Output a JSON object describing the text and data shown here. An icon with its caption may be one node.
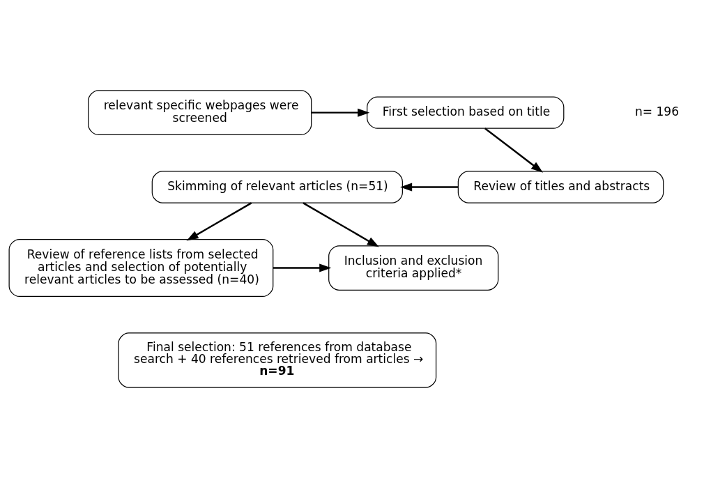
{
  "diagram": {
    "nodes": [
      {
        "text": [
          "relevant specific webpages were screened"
        ]
      },
      {
        "text": [
          "First selection based on title"
        ]
      },
      {
        "text": [
          "Review of titles and abstracts"
        ]
      },
      {
        "text": [
          "Skimming of relevant articles (n=51)"
        ]
      },
      {
        "text": [
          "Review of reference lists from selected articles and selection of potentially relevant articles to be assessed (n=40)"
        ]
      },
      {
        "text": [
          "Inclusion and exclusion criteria applied*"
        ]
      },
      {
        "text": [
          "Final selection: 51 references from database search + 40 references retrieved from articles → **n=91**"
        ]
      }
    ],
    "edges": [
      {
        "from": 0,
        "to": 1,
        "arrow": "to"
      },
      {
        "from": 1,
        "to": 2,
        "arrow": "to"
      },
      {
        "from": 2,
        "to": 3,
        "arrow": "to"
      },
      {
        "from": 3,
        "to": 4,
        "arrow": "to"
      },
      {
        "from": 3,
        "to": 5,
        "arrow": "to"
      },
      {
        "from": 4,
        "to": 5,
        "arrow": "to"
      }
    ],
    "labels": [
      "n= 196"
    ]
  }
}
